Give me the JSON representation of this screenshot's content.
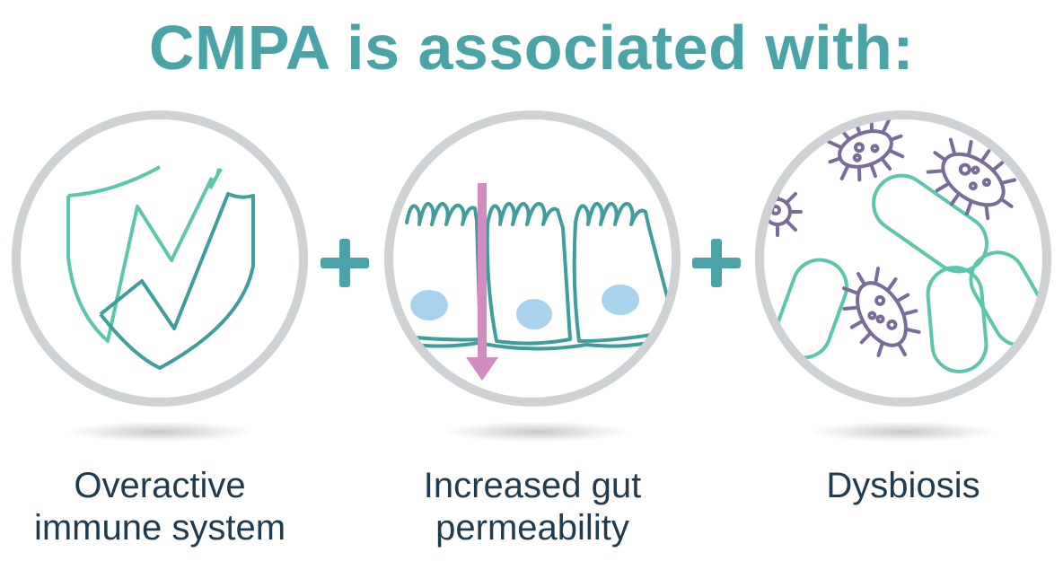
{
  "title": "CMPA is associated with:",
  "colors": {
    "title": "#4aa3a7",
    "teal": "#3f9d9c",
    "mint": "#5cc6ad",
    "ring": "#cfd2d5",
    "arrow": "#d28cbf",
    "nucleus": "#a9d3ec",
    "bacteria_purple": "#7a6c99",
    "plus": "#4aa3a7"
  },
  "panels": [
    {
      "caption_line1": "Overactive",
      "caption_line2": "immune system",
      "icon": "shield-lightning-icon"
    },
    {
      "caption_line1": "Increased gut",
      "caption_line2": "permeability",
      "icon": "gut-cells-icon"
    },
    {
      "caption_line1": "Dysbiosis",
      "caption_line2": "",
      "icon": "bacteria-icon"
    }
  ]
}
